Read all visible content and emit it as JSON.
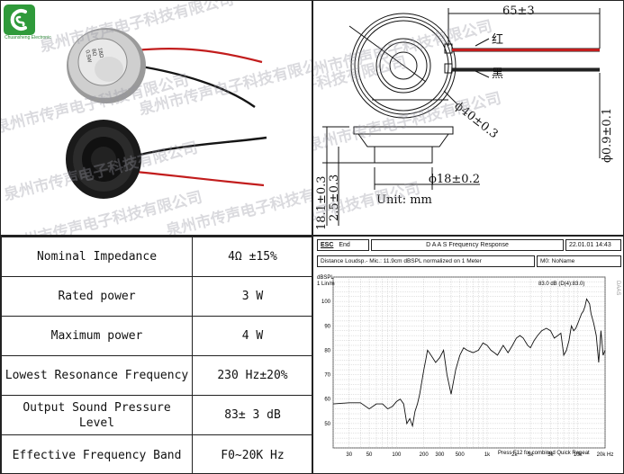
{
  "watermark": "泉州市传声电子科技有限公司",
  "logo": {
    "text": "Chuansheng Electronic",
    "color": "#2f9a3a"
  },
  "photo": {
    "badge_lines": [
      "18Ω",
      "8Ω",
      "0.5W"
    ]
  },
  "drawing": {
    "dims": {
      "width": "65±3",
      "diameter_40": "ϕ40±0.3",
      "diameter_18": "ϕ18±0.2",
      "diameter_9": "ϕ0.9±0.1",
      "height_18": "18.1±0.3",
      "height_2": "2.5±0.3"
    },
    "wire_red": "红",
    "wire_black": "黑",
    "unit": "Unit: mm"
  },
  "specs": [
    {
      "label": "Nominal Impedance",
      "value": "4Ω ±15%"
    },
    {
      "label": "Rated power",
      "value": "3 W"
    },
    {
      "label": "Maximum power",
      "value": "4 W"
    },
    {
      "label": "Lowest Resonance Frequency",
      "value": "230 Hz±20%"
    },
    {
      "label": "Output Sound Pressure Level",
      "value": "83± 3 dB"
    },
    {
      "label": "Effective Frequency Band",
      "value": "F0~20K Hz"
    }
  ],
  "graph": {
    "esc": "ESC",
    "end": "End",
    "title": "D A A S   Frequency Response",
    "date": "22.01.01 14:43",
    "subtitle": "Distance Loudsp.- Mic.: 11.9cm dBSPL normalized on 1 Meter",
    "m0": "M0: NoName",
    "ylabel": "dBSPL",
    "yunit": "1 Lin/m",
    "cursor_readout": "83.0 dB (D(4):83.0)",
    "dass_tag": "DAAS",
    "footer": "Press F12 for combined Quick Repeat"
  },
  "chart_data": {
    "type": "line",
    "title": "Frequency Response",
    "xlabel": "",
    "ylabel": "dBSPL",
    "xscale": "log",
    "xlim": [
      20,
      20000
    ],
    "ylim": [
      40,
      110
    ],
    "xticks": [
      "30",
      "50",
      "100",
      "200",
      "300",
      "500",
      "1k",
      "2k",
      "3k",
      "5k",
      "10k",
      "20k Hz"
    ],
    "xtick_values": [
      30,
      50,
      100,
      200,
      300,
      500,
      1000,
      2000,
      3000,
      5000,
      10000,
      20000
    ],
    "yticks": [
      "100",
      "90",
      "80",
      "70",
      "60",
      "50"
    ],
    "ytick_values": [
      100,
      90,
      80,
      70,
      60,
      50
    ],
    "grid": true,
    "series": [
      {
        "x": [
          20,
          30,
          40,
          50,
          60,
          70,
          80,
          90,
          100,
          110,
          120,
          130,
          140,
          150,
          160,
          170,
          180,
          190,
          200,
          210,
          220,
          230,
          250,
          270,
          300,
          330,
          360,
          400,
          450,
          500,
          550,
          600,
          700,
          800,
          900,
          1000,
          1100,
          1200,
          1300,
          1500,
          1700,
          1900,
          2100,
          2300,
          2500,
          2800,
          3000,
          3300,
          3600,
          4000,
          4500,
          5000,
          5500,
          6000,
          6500,
          7000,
          7500,
          8000,
          8500,
          9000,
          9500,
          10000,
          10500,
          11000,
          11500,
          12000,
          12500,
          13000,
          13500,
          14000,
          15000,
          16000,
          17000,
          18000,
          19000,
          20000
        ],
        "y": [
          58,
          58.5,
          58.5,
          56,
          58,
          58,
          56,
          57,
          59,
          60,
          58,
          50,
          52,
          49,
          55,
          58,
          62,
          67,
          72,
          76,
          80,
          79,
          77,
          75,
          77,
          80,
          70,
          62,
          72,
          78,
          81,
          80,
          79,
          80,
          83,
          82,
          80,
          79,
          78,
          82,
          79,
          82,
          85,
          86,
          85,
          82,
          81,
          84,
          86,
          88,
          89,
          88,
          85,
          86,
          87,
          78,
          80,
          84,
          90,
          88,
          89,
          91,
          93,
          95,
          96,
          98,
          101,
          100,
          99,
          95,
          91,
          86,
          75,
          88,
          78,
          80
        ]
      }
    ]
  }
}
